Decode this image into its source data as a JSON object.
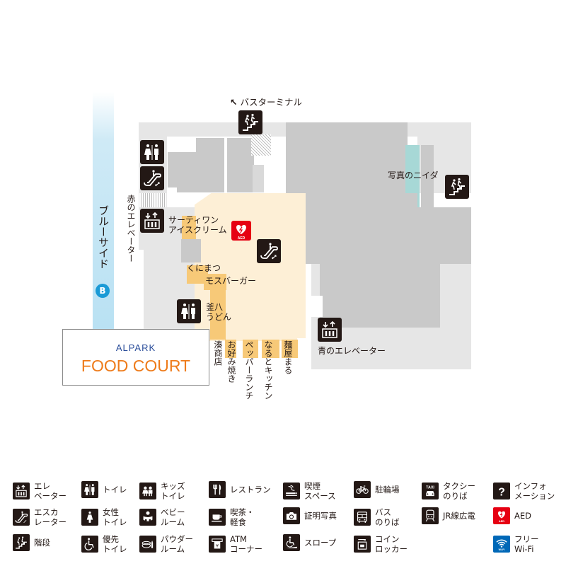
{
  "map": {
    "bus_terminal": {
      "arrow": "↖",
      "label": "バスターミナル"
    },
    "blue_side": {
      "label": "ブルーサイド",
      "badge": "B"
    },
    "red_elevator": "赤のエレベーター",
    "blue_elevator": "青のエレベーター",
    "photo_shop": "写真のニイダ",
    "logo": {
      "brand": "ALPARK",
      "title": "FOOD COURT"
    },
    "shops": {
      "thirty_one": "サーティワン\nアイスクリーム",
      "kunimatsu": "くにまつ",
      "mos": "モスバーガー",
      "kamahachi": "釜八\nうどん",
      "minato": "湊商店",
      "okonomiyaki": "お好み焼き",
      "pepper": "ペッパーランチ",
      "naruto": "なるとキッチン",
      "menya": "麺屋まる"
    },
    "aed_label": "AED",
    "colors": {
      "floor": "#e6e6e6",
      "shop": "#c9c9c9",
      "food_court": "#fdefd6",
      "food_shop": "#f7c978",
      "photo_shop": "#a7d8d6",
      "icon_bg": "#231815",
      "aed": "#e60012",
      "wifi": "#0068b7",
      "logo_orange": "#ee7b1a",
      "logo_blue": "#2a4d9a",
      "blue_side_badge": "#1a9ad6"
    }
  },
  "legend": [
    {
      "icon": "elevator-icon",
      "label": "エレ\nベーター"
    },
    {
      "icon": "toilet-icon",
      "label": "トイレ"
    },
    {
      "icon": "kids-toilet-icon",
      "label": "キッズ\nトイレ"
    },
    {
      "icon": "restaurant-icon",
      "label": "レストラン"
    },
    {
      "icon": "smoking-icon",
      "label": "喫煙\nスペース"
    },
    {
      "icon": "bicycle-icon",
      "label": "駐輪場"
    },
    {
      "icon": "taxi-icon",
      "label": "タクシー\nのりば"
    },
    {
      "icon": "information-icon",
      "label": "インフォ\nメーション"
    },
    {
      "icon": "escalator-icon",
      "label": "エスカ\nレーター"
    },
    {
      "icon": "female-toilet-icon",
      "label": "女性\nトイレ"
    },
    {
      "icon": "baby-room-icon",
      "label": "ベビー\nルーム"
    },
    {
      "icon": "cafe-icon",
      "label": "喫茶・\n軽食"
    },
    {
      "icon": "camera-icon",
      "label": "証明写真"
    },
    {
      "icon": "bus-icon",
      "label": "バス\nのりば"
    },
    {
      "icon": "train-icon",
      "label": "JR線広電"
    },
    {
      "icon": "aed-icon",
      "label": "AED"
    },
    {
      "icon": "stairs-icon",
      "label": "階段"
    },
    {
      "icon": "accessible-toilet-icon",
      "label": "優先\nトイレ"
    },
    {
      "icon": "powder-room-icon",
      "label": "パウダー\nルーム"
    },
    {
      "icon": "atm-icon",
      "label": "ATM\nコーナー"
    },
    {
      "icon": "slope-icon",
      "label": "スロープ"
    },
    {
      "icon": "coin-locker-icon",
      "label": "コイン\nロッカー"
    },
    {
      "icon": "wifi-icon",
      "label": "フリー\nWi-Fi"
    }
  ],
  "icon_texts": {
    "taxi": "TAXI",
    "aed": "AED",
    "wifi": "Wi-Fi",
    "info": "?"
  }
}
